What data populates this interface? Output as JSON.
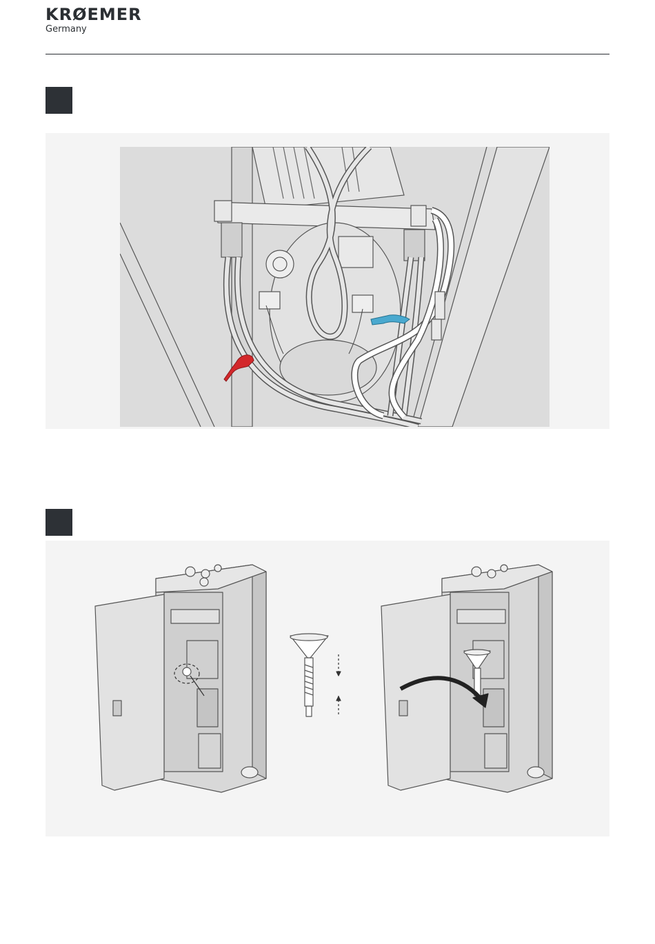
{
  "header": {
    "logo_text": "KRØEMER",
    "logo_subtitle": "Germany"
  },
  "steps": [
    {
      "number": "",
      "illustration": "hoses-with-red-and-blue-clamps"
    },
    {
      "number": "",
      "illustration": "cabinet-funnel-refill"
    }
  ],
  "colors": {
    "badge": "#2d3136",
    "panel": "#f4f4f4",
    "clamp_red": "#d3282b",
    "clamp_blue": "#4aa9cf"
  }
}
